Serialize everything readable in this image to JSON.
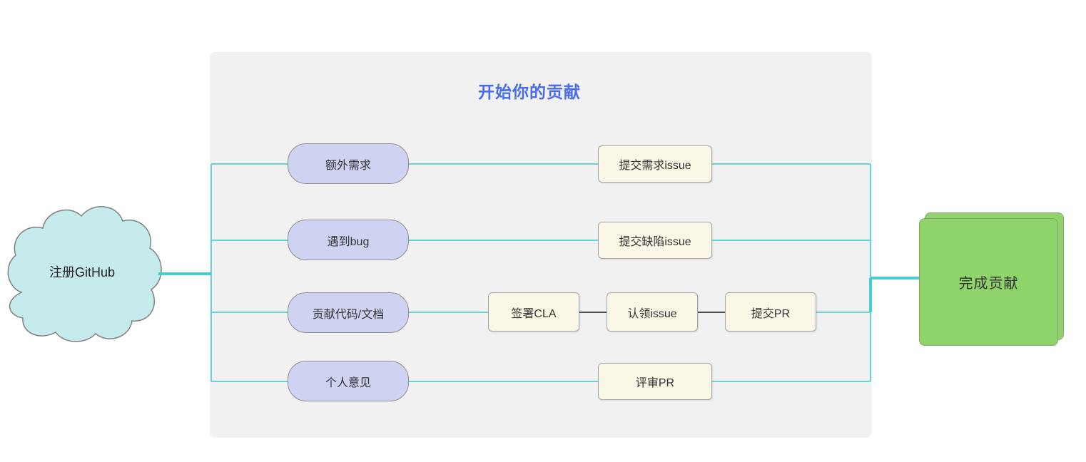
{
  "diagram": {
    "title": "开始你的贡献",
    "start_node": {
      "label": "注册GitHub"
    },
    "end_node": {
      "label": "完成贡献"
    },
    "branches": [
      {
        "source": "额外需求",
        "steps": [
          "提交需求issue"
        ]
      },
      {
        "source": "遇到bug",
        "steps": [
          "提交缺陷issue"
        ]
      },
      {
        "source": "贡献代码/文档",
        "steps": [
          "签署CLA",
          "认领issue",
          "提交PR"
        ]
      },
      {
        "source": "个人意见",
        "steps": [
          "评审PR"
        ]
      }
    ],
    "colors": {
      "panel_background": "#f1f1f1",
      "title_text": "#4a6ce8",
      "cloud_fill": "#c6ebed",
      "source_node_fill": "#ced3f2",
      "step_node_fill": "#faf7e6",
      "end_node_fill": "#8ed46a",
      "connector_teal": "#68d3d8",
      "connector_teal_thick": "#46ccd3",
      "connector_dark": "#4d4d4d"
    }
  }
}
